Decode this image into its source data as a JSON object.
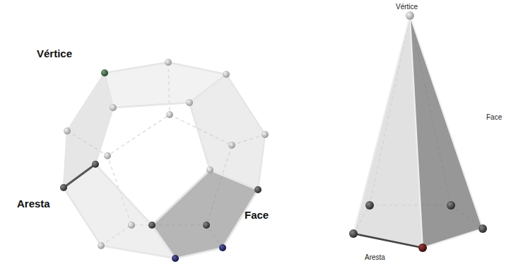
{
  "diagram": {
    "labels": [
      "Vértice",
      "Aresta",
      "Face",
      "Vértice",
      "Face",
      "Aresta"
    ]
  }
}
